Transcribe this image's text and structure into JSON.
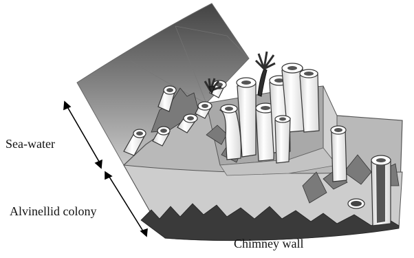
{
  "labels": {
    "sea_water": "Sea-water",
    "alvinellid_colony": "Alvinellid colony",
    "chimney_wall": "Chimney wall"
  },
  "colors": {
    "sea_water_top": "#4a4a4a",
    "sea_water_bottom": "#c7c7c7",
    "chimney_block": "#b4b4b4",
    "chimney_side": "#d6d6d6",
    "colony_front": "#bcbcbc",
    "tube": "#f7f7f7",
    "worm": "#2e2e2e"
  }
}
